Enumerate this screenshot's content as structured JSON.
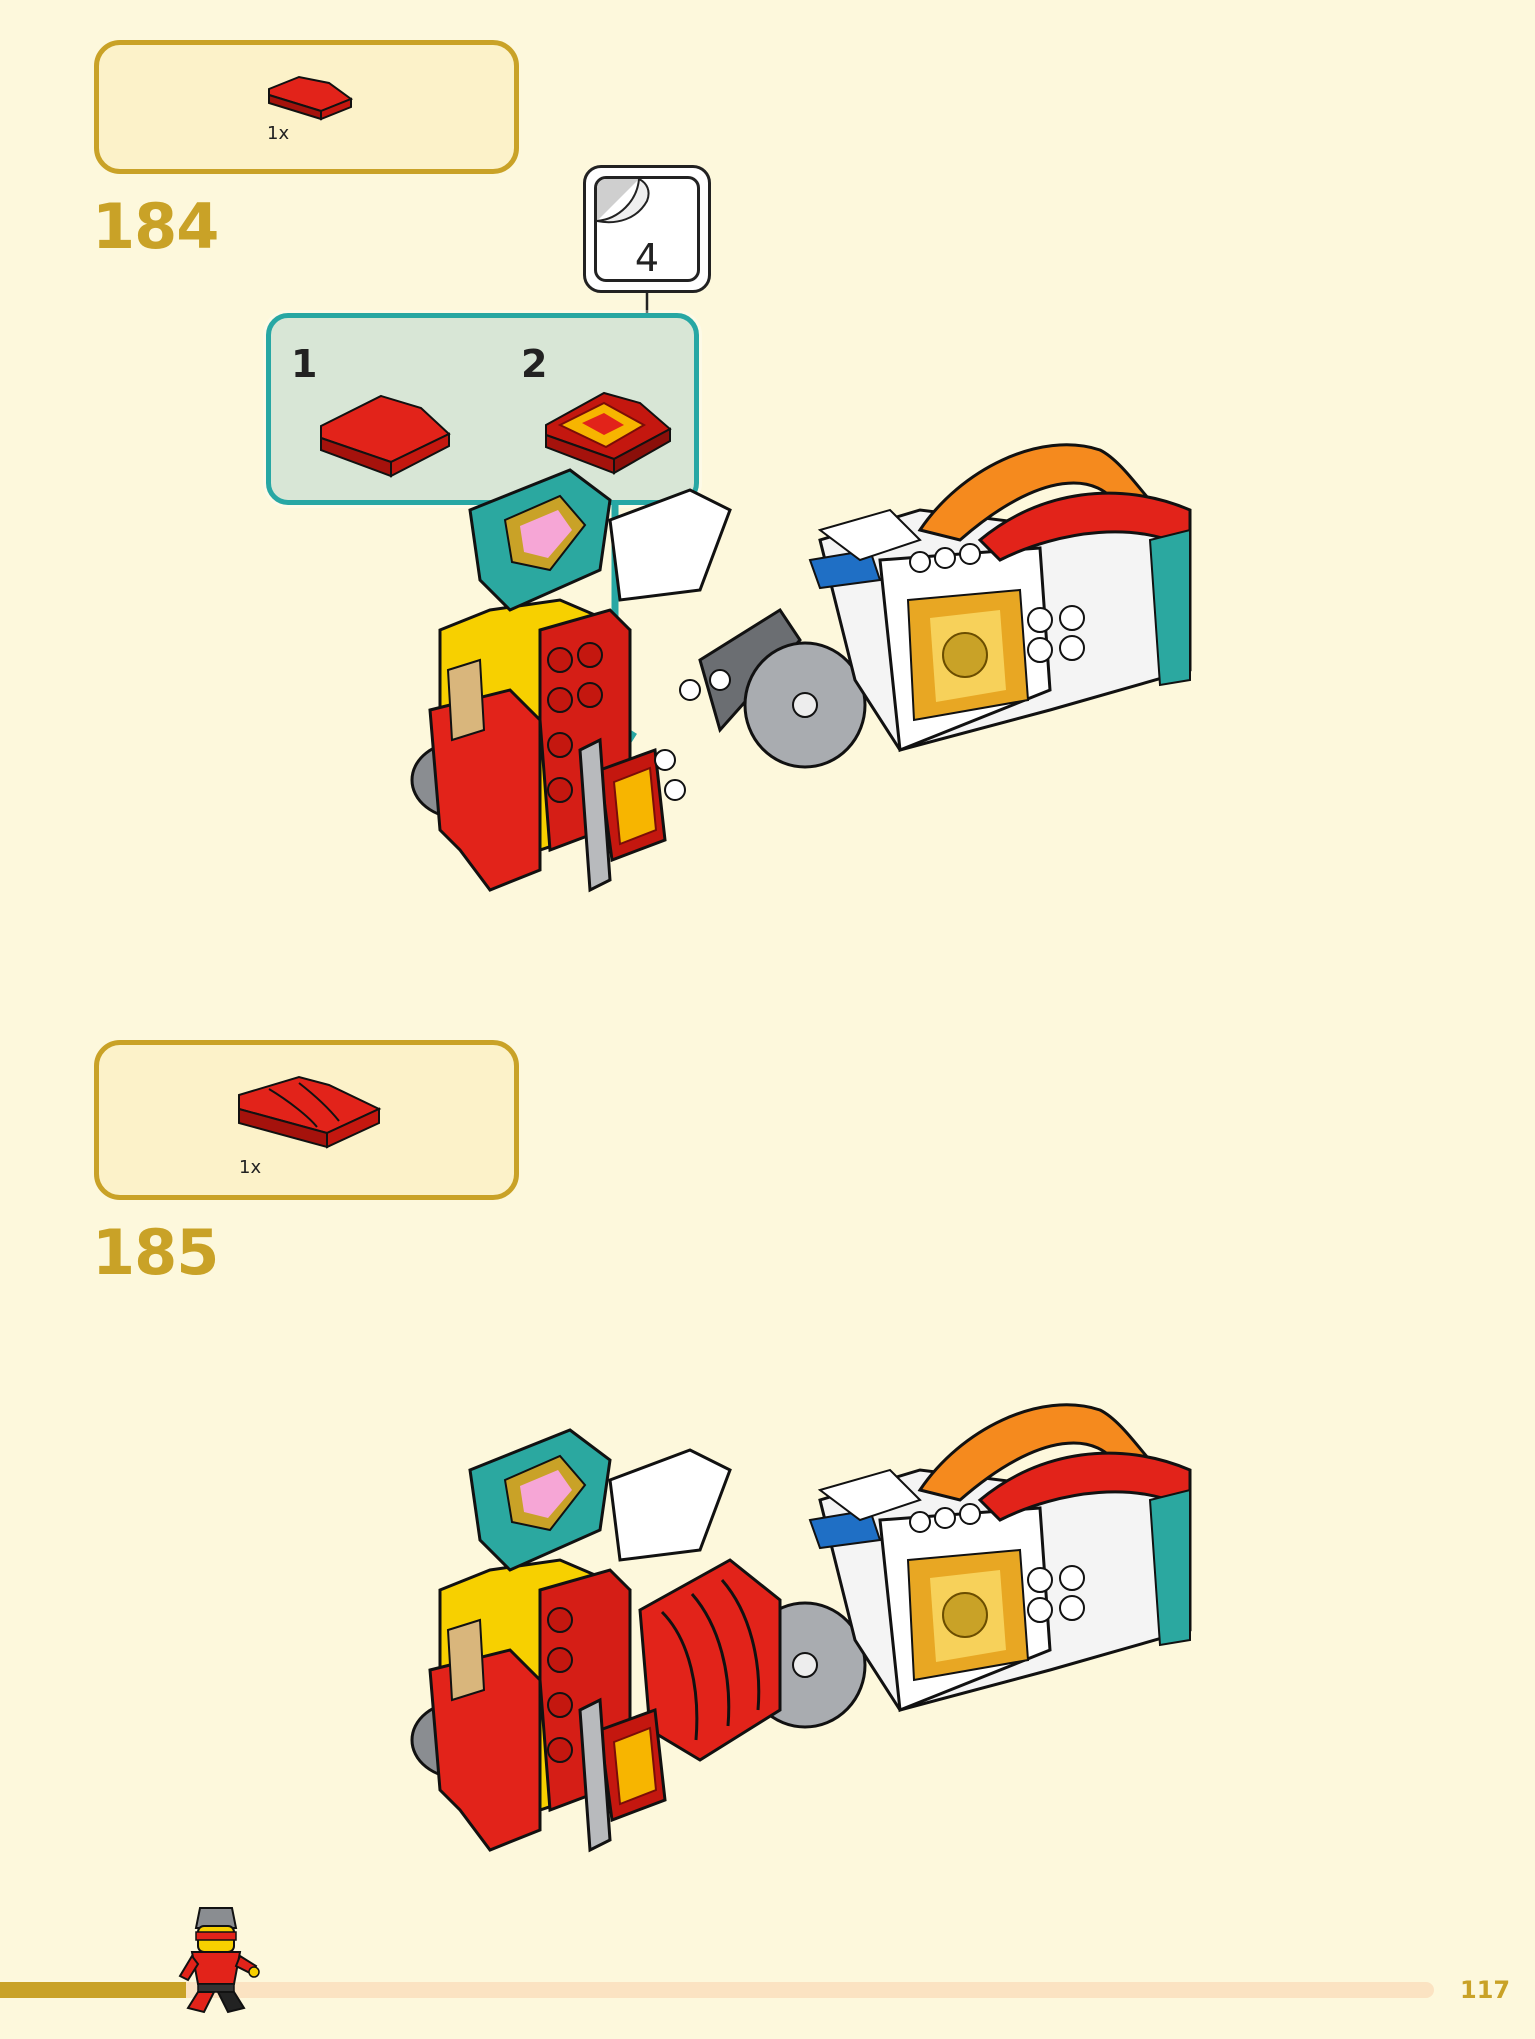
{
  "steps": [
    {
      "number": "184",
      "parts": [
        {
          "quantity": "1x",
          "part": "red-curved-slope-2x2-icon"
        }
      ],
      "subassembly": {
        "labels": [
          "1",
          "2"
        ],
        "sticker_number": "4"
      }
    },
    {
      "number": "185",
      "parts": [
        {
          "quantity": "1x",
          "part": "red-curved-slope-3x2-ridged-icon"
        }
      ]
    }
  ],
  "footer": {
    "page_number": "117",
    "progress_fraction": 0.13
  },
  "colors": {
    "background": "#FDF8DC",
    "accent_gold": "#C9A227",
    "callout_teal": "#27A7A4",
    "brick_red": "#E2231A"
  }
}
